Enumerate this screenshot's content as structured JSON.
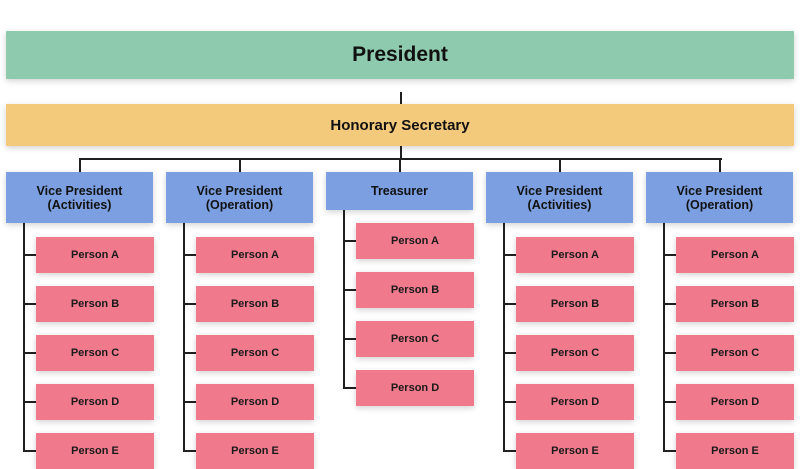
{
  "chart": {
    "president": "President",
    "secretary": "Honorary Secretary",
    "colors": {
      "president": "#8ecbae",
      "secretary": "#f3c97c",
      "department": "#7b9fe0",
      "person": "#f07a8c",
      "connector": "#1f1f1f"
    },
    "departments": [
      {
        "title": "Vice President\n(Activities)",
        "members": [
          "Person A",
          "Person B",
          "Person C",
          "Person D",
          "Person E"
        ]
      },
      {
        "title": "Vice President\n(Operation)",
        "members": [
          "Person A",
          "Person B",
          "Person C",
          "Person D",
          "Person E"
        ]
      },
      {
        "title": "Treasurer",
        "members": [
          "Person A",
          "Person B",
          "Person C",
          "Person D"
        ]
      },
      {
        "title": "Vice President\n(Activities)",
        "members": [
          "Person A",
          "Person B",
          "Person C",
          "Person D",
          "Person E"
        ]
      },
      {
        "title": "Vice President\n(Operation)",
        "members": [
          "Person A",
          "Person B",
          "Person C",
          "Person D",
          "Person E"
        ]
      }
    ]
  }
}
